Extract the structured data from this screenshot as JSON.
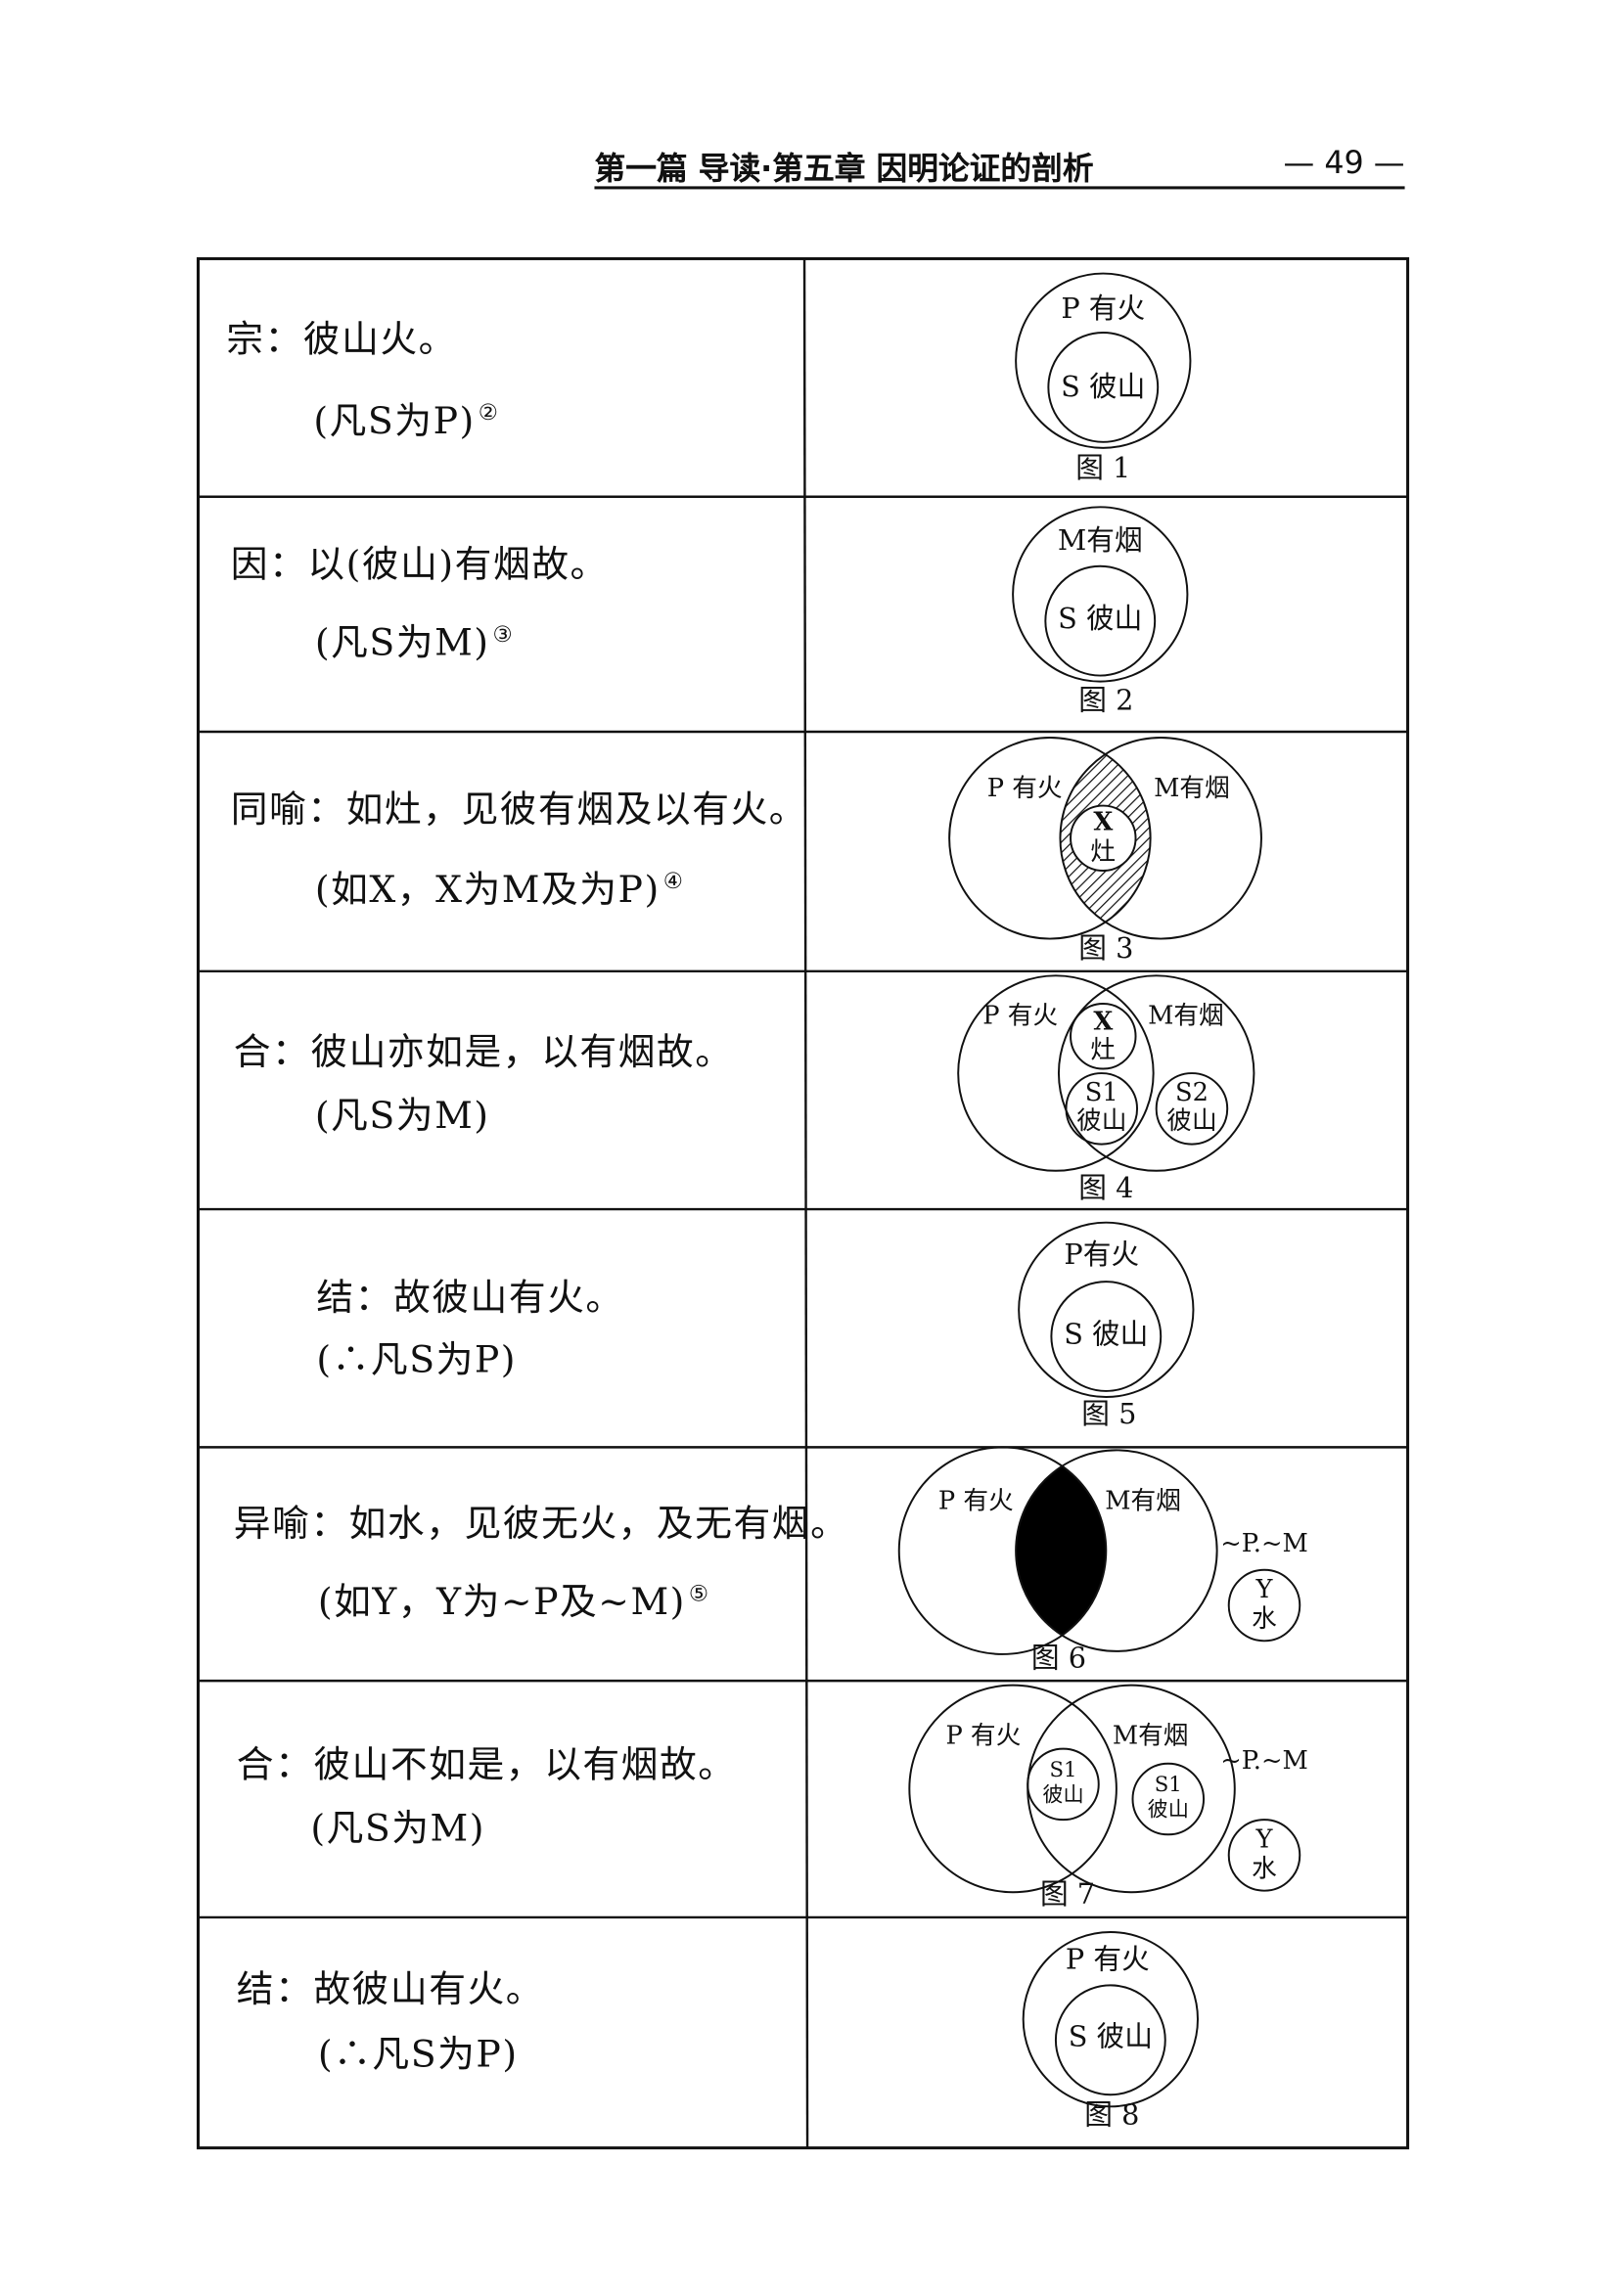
{
  "header": {
    "title": "第一篇  导读·第五章  因明论证的剖析",
    "page": "—  49  —"
  },
  "rows": [
    {
      "statement": "宗：彼山火。",
      "formula": "(凡S为P)",
      "note": "②",
      "fig": {
        "outer": "P 有火",
        "inner": "S 彼山",
        "caption": "图 1"
      }
    },
    {
      "statement": "因：以(彼山)有烟故。",
      "formula": "(凡S为M)",
      "note": "③",
      "fig": {
        "outer": "M有烟",
        "inner": "S 彼山",
        "caption": "图 2"
      }
    },
    {
      "statement": "同喻：如灶，见彼有烟及以有火。",
      "formula": "(如X，X为M及为P)",
      "note": "④",
      "fig": {
        "left": "P 有火",
        "right": "M有烟",
        "x1": "X",
        "x2": "灶",
        "caption": "图 3"
      }
    },
    {
      "statement": "合：彼山亦如是，以有烟故。",
      "formula": "(凡S为M)",
      "fig": {
        "left": "P 有火",
        "right": "M有烟",
        "x1": "X",
        "x2": "灶",
        "s1a": "S1",
        "s1b": "彼山",
        "s2a": "S2",
        "s2b": "彼山",
        "caption": "图 4"
      }
    },
    {
      "statement": "结：故彼山有火。",
      "formula": "(∴凡S为P)",
      "fig": {
        "outer": "P有火",
        "inner": "S 彼山",
        "caption": "图 5"
      }
    },
    {
      "statement": "异喻：如水，见彼无火，及无有烟。",
      "formula": "(如Y，Y为~P及~M)",
      "note": "⑤",
      "fig": {
        "left": "P 有火",
        "right": "M有烟",
        "outside": "~P.~M",
        "y1": "Y",
        "y2": "水",
        "caption": "图 6"
      }
    },
    {
      "statement": "合：彼山不如是，以有烟故。",
      "formula": "(凡S为M)",
      "fig": {
        "left": "P 有火",
        "right": "M有烟",
        "s1a": "S1",
        "s1b": "彼山",
        "s2a": "S1",
        "s2b": "彼山",
        "outside": "~P.~M",
        "y1": "Y",
        "y2": "水",
        "caption": "图 7"
      }
    },
    {
      "statement": "结：故彼山有火。",
      "formula": "(∴凡S为P)",
      "fig": {
        "outer": "P 有火",
        "inner": "S 彼山",
        "caption": "图 8"
      }
    }
  ]
}
